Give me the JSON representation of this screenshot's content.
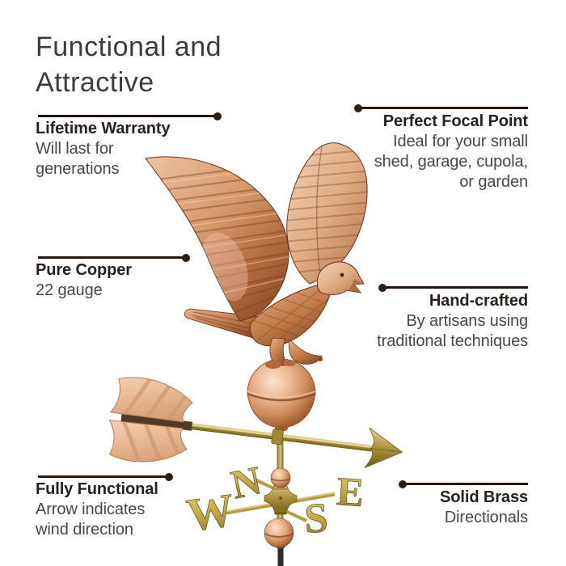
{
  "title": "Functional and\nAttractive",
  "callouts": {
    "lifetime": {
      "heading": "Lifetime Warranty",
      "body": "Will last for\ngenerations"
    },
    "focal": {
      "heading": "Perfect Focal Point",
      "body": "Ideal for your small\nshed, garage, cupola,\nor garden"
    },
    "copper": {
      "heading": "Pure Copper",
      "body": "22 gauge"
    },
    "handcrafted": {
      "heading": "Hand-crafted",
      "body": "By artisans using\ntraditional techniques"
    },
    "functional": {
      "heading": "Fully Functional",
      "body": "Arrow indicates\nwind direction"
    },
    "brass": {
      "heading": "Solid Brass",
      "body": "Directionals"
    }
  },
  "weathervane": {
    "directionals": {
      "north": "N",
      "east": "E",
      "south": "S",
      "west": "W"
    }
  },
  "colors": {
    "line": "#2a1710",
    "dot": "#301b12",
    "title_text": "#3f3b3a",
    "heading_text": "#262120",
    "body_text": "#4b4645",
    "copper": "#c98a5e",
    "brass": "#b89a40"
  }
}
